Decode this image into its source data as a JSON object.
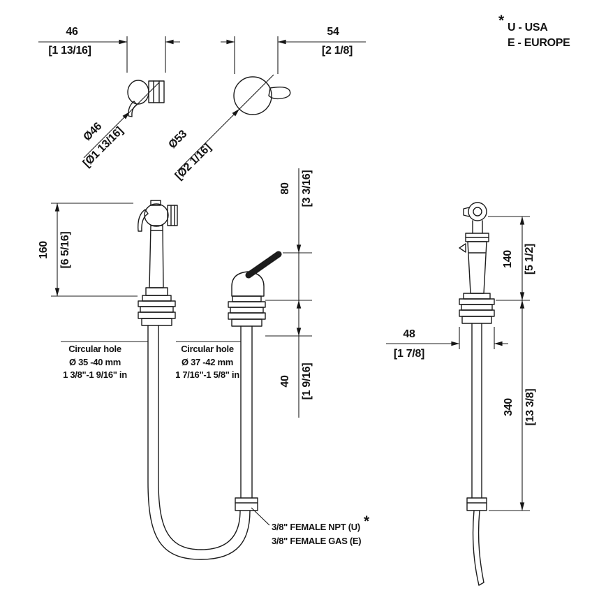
{
  "legend": {
    "star": "*",
    "usa": "U - USA",
    "europe": "E - EUROPE"
  },
  "dims": {
    "head_width_mm": "46",
    "head_width_in": "[1 13/16]",
    "handle_width_mm": "54",
    "handle_width_in": "[2 1/8]",
    "head_dia_mm": "Ø46",
    "head_dia_in": "[Ø1 13/16]",
    "handle_dia_mm": "Ø53",
    "handle_dia_in": "[Ø2 1/16]",
    "sprayer_height_mm": "160",
    "sprayer_height_in": "[6 5/16]",
    "spout_height_mm": "80",
    "spout_height_in": "[3 3/16]",
    "deck_thickness_mm": "40",
    "deck_thickness_in": "[1 9/16]",
    "holder_height_mm": "140",
    "holder_height_in": "[5 1/2]",
    "flange_width_mm": "48",
    "flange_width_in": "[1 7/8]",
    "pipe_length_mm": "340",
    "pipe_length_in": "[13 3/8]"
  },
  "notes": {
    "hole_sprayer": {
      "title": "Circular hole",
      "mm": "Ø 35 -40  mm",
      "in": "1 3/8\"-1 9/16\" in"
    },
    "hole_mixer": {
      "title": "Circular hole",
      "mm": "Ø 37 -42  mm",
      "in": "1 7/16\"-1 5/8\" in"
    },
    "connection": {
      "npt": "3/8\" FEMALE NPT (U)",
      "gas": "3/8\" FEMALE GAS (E)",
      "star": "*"
    }
  }
}
